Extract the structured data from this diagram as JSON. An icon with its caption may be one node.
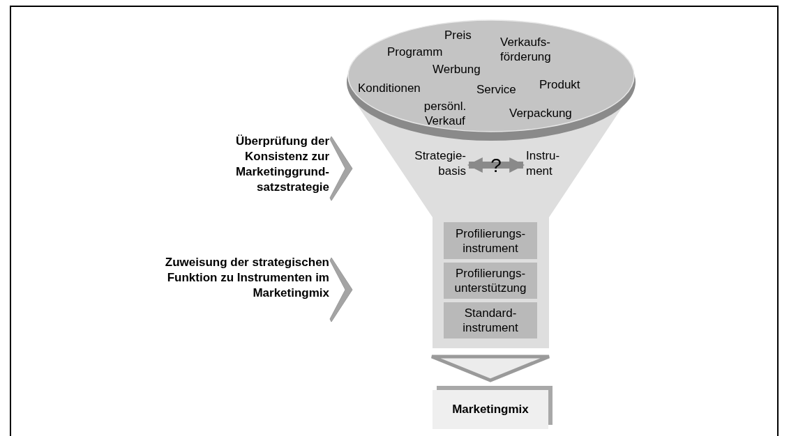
{
  "diagram": {
    "nodes": [
      {
        "text": [
          "Preis",
          "Programm",
          "Werbung",
          "Verkaufs- förderung",
          "Konditionen",
          "Service",
          "Produkt",
          "persönl. Verkauf",
          "Verpackung"
        ]
      },
      {
        "text": [],
        "shape": "funnel"
      },
      {
        "text": [
          "Strategie- basis"
        ],
        "in": 1
      },
      {
        "text": [
          "Instru- ment"
        ],
        "in": 1
      },
      {
        "text": [
          "Profilierungs- instrument"
        ],
        "in": 1
      },
      {
        "text": [
          "Profilierungs- unterstützung"
        ],
        "in": 1
      },
      {
        "text": [
          "Standard- instrument"
        ],
        "in": 1
      },
      {
        "text": [
          "Marketingmix"
        ]
      },
      {
        "text": [
          "Überprüfung der Konsistenz zur Marketinggrund- satzstrategie"
        ]
      },
      {
        "text": [
          "Zuweisung der strategischen Funktion zu Instrumenten im Marketingmix"
        ]
      }
    ],
    "edges": [
      {
        "from": 2,
        "to": 3,
        "arrow": "both",
        "label": "?"
      },
      {
        "from": 1,
        "to": 7,
        "arrow": "to"
      },
      {
        "from": 8,
        "to": 1,
        "arrow": "to"
      },
      {
        "from": 9,
        "to": 1,
        "arrow": "to"
      }
    ]
  }
}
